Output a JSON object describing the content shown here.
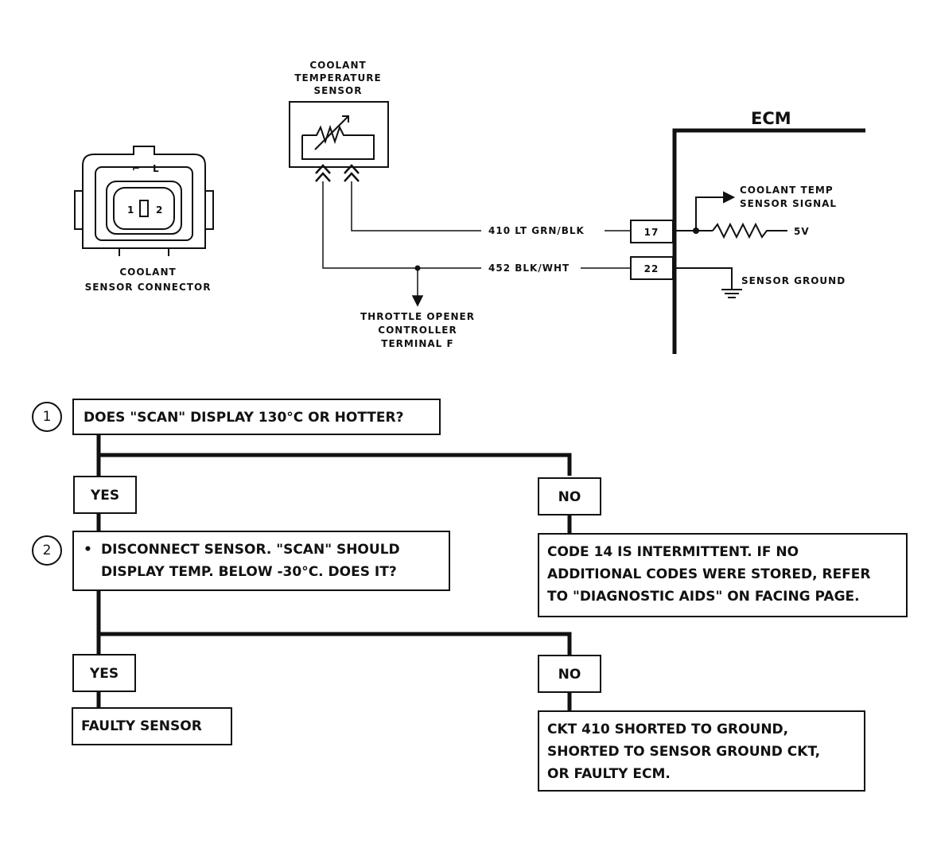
{
  "connector": {
    "pin1": "1",
    "pin2": "2",
    "label_line1": "COOLANT",
    "label_line2": "SENSOR CONNECTOR",
    "key_left": "⌐",
    "key_right": "L"
  },
  "sensor": {
    "title_line1": "COOLANT",
    "title_line2": "TEMPERATURE",
    "title_line3": "SENSOR"
  },
  "wires": {
    "signal": "410 LT GRN/BLK",
    "ground": "452 BLK/WHT"
  },
  "ecm": {
    "title": "ECM",
    "pin_signal": "17",
    "pin_ground": "22",
    "signal_label_line1": "COOLANT TEMP",
    "signal_label_line2": "SENSOR SIGNAL",
    "supply": "5V",
    "ground_label": "SENSOR GROUND"
  },
  "throttle": {
    "line1": "THROTTLE OPENER",
    "line2": "CONTROLLER",
    "line3": "TERMINAL F"
  },
  "flow": {
    "step1": {
      "num": "1",
      "question": "DOES \"SCAN\" DISPLAY 130°C OR HOTTER?"
    },
    "yes1": "YES",
    "no1": "NO",
    "step2": {
      "num": "2",
      "bullet": "•",
      "line1": "DISCONNECT SENSOR.  \"SCAN\" SHOULD",
      "line2": "DISPLAY TEMP. BELOW  -30°C.  DOES IT?"
    },
    "no1_result": {
      "line1": "CODE 14 IS INTERMITTENT.  IF NO",
      "line2": "ADDITIONAL CODES WERE STORED,  REFER",
      "line3": "TO \"DIAGNOSTIC AIDS\" ON FACING PAGE."
    },
    "yes2": "YES",
    "no2": "NO",
    "yes2_result": "FAULTY SENSOR",
    "no2_result": {
      "line1": "CKT 410 SHORTED TO GROUND,",
      "line2": "SHORTED TO SENSOR GROUND CKT,",
      "line3": "OR FAULTY ECM."
    }
  }
}
